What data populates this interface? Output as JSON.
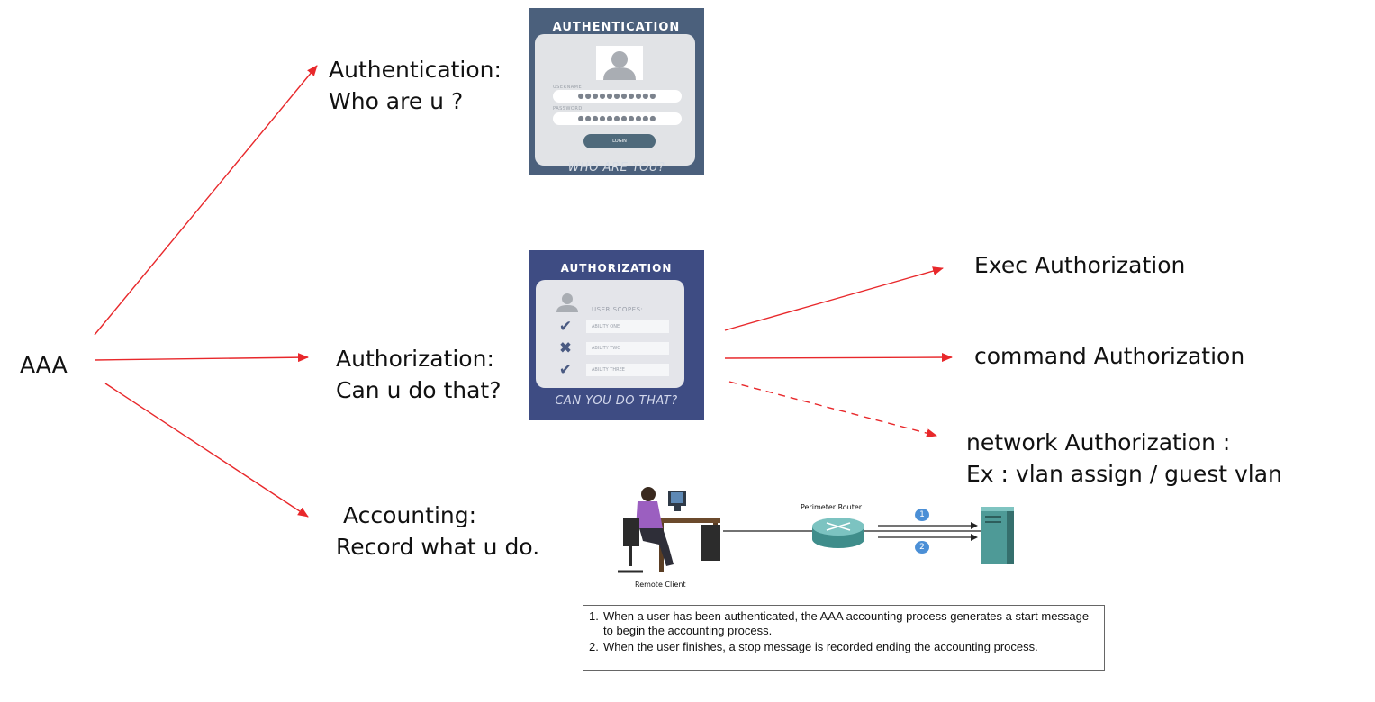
{
  "root_label": "AAA",
  "authentication": {
    "line1": "Authentication:",
    "line2": "Who are u ?",
    "card": {
      "title": "AUTHENTICATION",
      "username_label": "USERNAME",
      "username_value": "●●●●●●●●●●●",
      "password_label": "PASSWORD",
      "password_value": "●●●●●●●●●●●",
      "login_label": "LOGIN",
      "footer": "WHO ARE YOU?"
    }
  },
  "authorization": {
    "line1": "Authorization:",
    "line2": "Can u do that?",
    "card": {
      "title": "AUTHORIZATION",
      "scopes_label": "USER SCOPES:",
      "abilities": [
        "ABILITY ONE",
        "ABILITY TWO",
        "ABILITY THREE"
      ],
      "marks": [
        "✔",
        "✖",
        "✔"
      ],
      "footer": "CAN YOU DO THAT?"
    },
    "branches": {
      "exec": "Exec Authorization",
      "command": "command Authorization",
      "network_line1": "network Authorization :",
      "network_line2": "Ex : vlan assign / guest vlan"
    }
  },
  "accounting": {
    "line1": "Accounting:",
    "line2": "Record what u do.",
    "diagram": {
      "router_label": "Perimeter Router",
      "client_label": "Remote Client",
      "step_badges": [
        "1",
        "2"
      ]
    },
    "notes": [
      "When a user has been authenticated, the AAA accounting process generates a start message to begin the accounting process.",
      "When the user finishes, a stop message is recorded ending the accounting process."
    ],
    "note_numbers": [
      "1.",
      "2."
    ]
  },
  "colors": {
    "arrow": "#e8282b",
    "auth_card": "#4b607c",
    "authz_card": "#3e4c83",
    "badge": "#4b8fd6",
    "server": "#4e9a97"
  }
}
